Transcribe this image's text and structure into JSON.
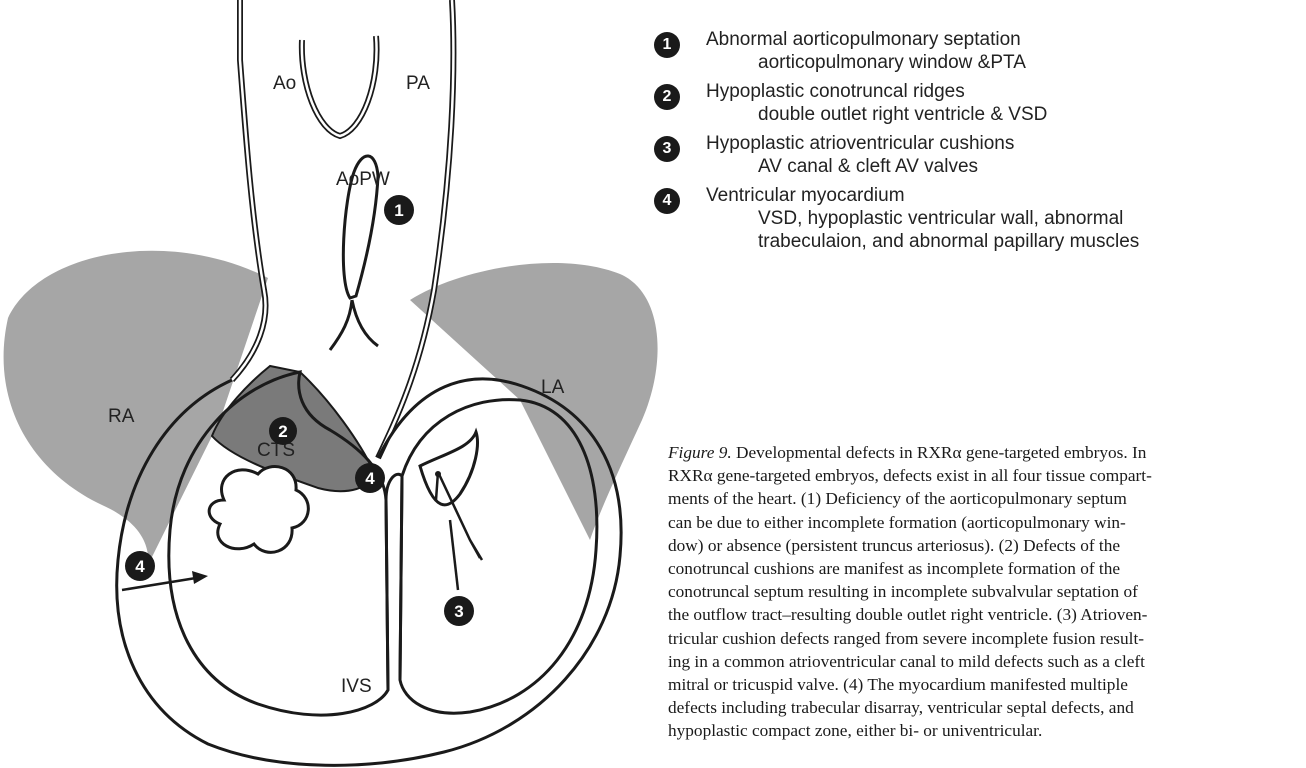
{
  "labels": {
    "ao": "Ao",
    "pa": "PA",
    "aopw": "AoPW",
    "ra": "RA",
    "la": "LA",
    "cts": "CTS",
    "ivs": "IVS"
  },
  "markers": [
    "1",
    "2",
    "4",
    "4",
    "3"
  ],
  "legend": [
    {
      "num": "1",
      "title": "Abnormal aorticopulmonary septation",
      "detail": "aorticopulmonary window &PTA"
    },
    {
      "num": "2",
      "title": "Hypoplastic conotruncal ridges",
      "detail": "double outlet right ventricle & VSD"
    },
    {
      "num": "3",
      "title": "Hypoplastic atrioventricular cushions",
      "detail": "AV canal & cleft AV valves"
    },
    {
      "num": "4",
      "title": "Ventricular myocardium",
      "detail": "VSD, hypoplastic ventricular wall, abnormal",
      "detail2": "trabeculaion, and abnormal papillary muscles"
    }
  ],
  "caption": {
    "figure_label": "Figure 9.",
    "lines": [
      "Developmental defects in RXRα gene-targeted embryos. In",
      "RXRα gene-targeted embryos, defects exist in all four tissue compart-",
      "ments of the heart. (1) Deficiency of the aorticopulmonary septum",
      "can be due to either incomplete formation (aorticopulmonary win-",
      "dow) or absence (persistent truncus arteriosus). (2) Defects of the",
      "conotruncal cushions are manifest as incomplete formation of the",
      "conotruncal septum resulting in incomplete subvalvular septation of",
      "the outflow tract–resulting double outlet right ventricle. (3) Atrioven-",
      "tricular cushion defects ranged from severe incomplete fusion result-",
      "ing in a common atrioventricular canal to mild defects such as a cleft",
      "mitral or tricuspid valve. (4) The myocardium manifested multiple",
      "defects including trabecular disarray, ventricular septal defects, and",
      "hypoplastic compact zone, either bi- or univentricular."
    ]
  },
  "colors": {
    "atria": "#a6a6a6",
    "cushion": "#7a7a7a",
    "line": "#1a1a1a",
    "badge": "#1a1a1a"
  }
}
